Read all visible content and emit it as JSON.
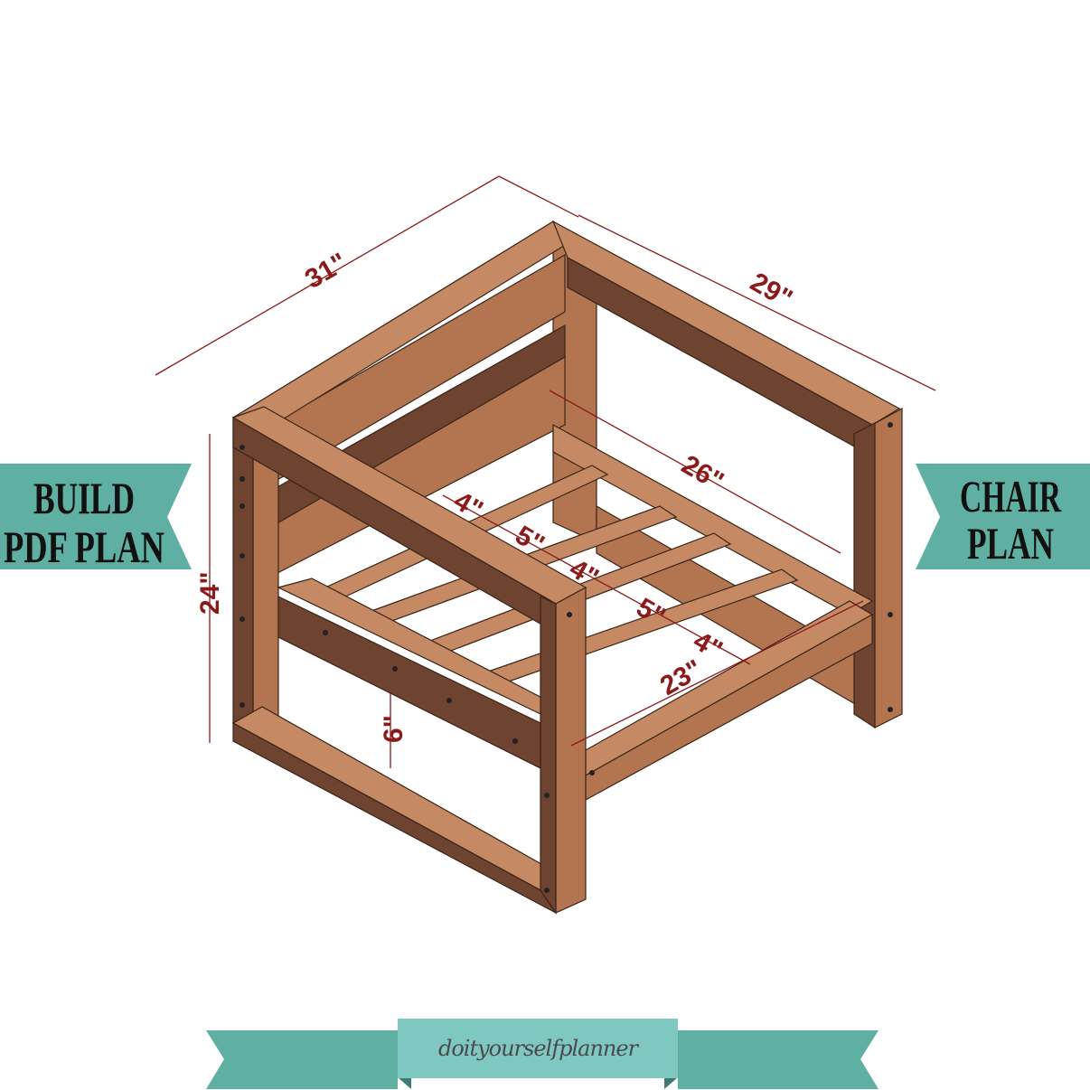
{
  "left_banner": {
    "line1": "BUILD",
    "line2": "PDF PLAN"
  },
  "right_banner": {
    "line1": "CHAIR",
    "line2": "PLAN"
  },
  "footer_ribbon": {
    "text": "doityourselfplanner"
  },
  "dimensions": {
    "width": "31\"",
    "depth": "29\"",
    "height": "24\"",
    "seat_depth": "26\"",
    "seat_width": "23\"",
    "seat_clearance": "6\"",
    "slat_gap_1": "4\"",
    "slat_gap_2": "5\"",
    "slat_gap_3": "4\"",
    "slat_gap_4": "5\"",
    "slat_gap_5": "4\""
  },
  "colors": {
    "ribbon": "#5fb0a3",
    "ribbon_center": "#7fc8c2",
    "dimension": "#8b1a1a",
    "wood": "#b27550"
  }
}
